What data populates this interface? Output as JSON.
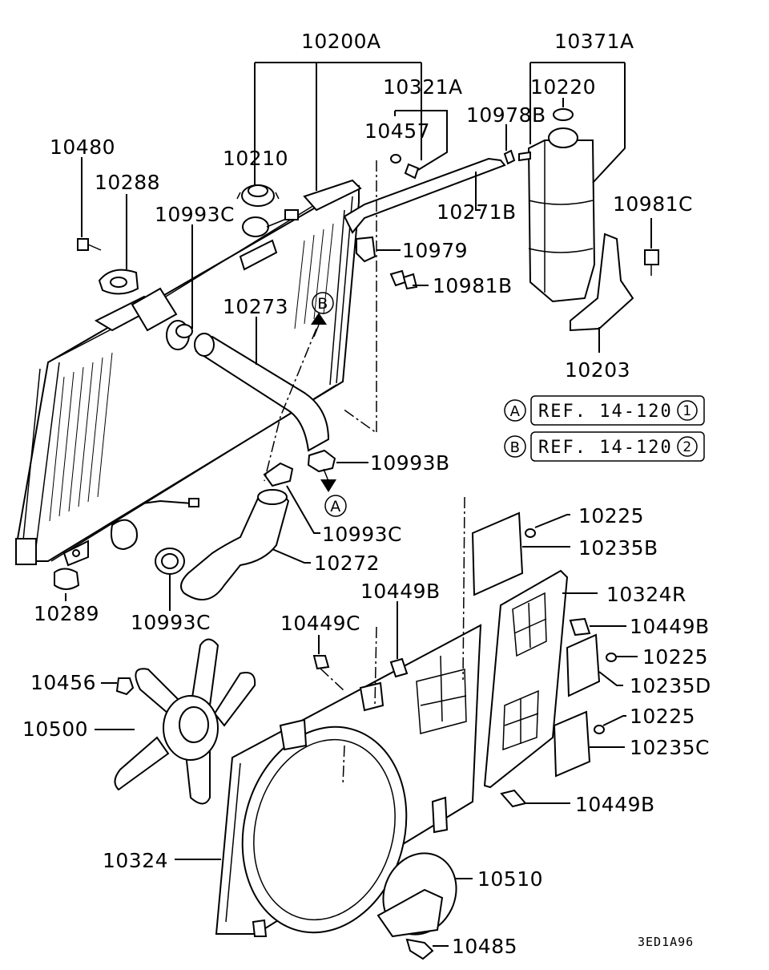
{
  "diagram": {
    "labels": {
      "p10200A": "10200A",
      "p10371A": "10371A",
      "p10321A": "10321A",
      "p10220": "10220",
      "p10457": "10457",
      "p10978B": "10978B",
      "p10480": "10480",
      "p10210": "10210",
      "p10288": "10288",
      "p10993C_top": "10993C",
      "p10271B": "10271B",
      "p10981C": "10981C",
      "p10979": "10979",
      "p10981B": "10981B",
      "p10273": "10273",
      "p10203": "10203",
      "p10993B": "10993B",
      "p10993C_mid": "10993C",
      "p10225_a": "10225",
      "p10235B": "10235B",
      "p10272": "10272",
      "p10289": "10289",
      "p10449B_a": "10449B",
      "p10324R": "10324R",
      "p10993C_bot": "10993C",
      "p10449C": "10449C",
      "p10449B_b": "10449B",
      "p10225_b": "10225",
      "p10456": "10456",
      "p10235D": "10235D",
      "p10500": "10500",
      "p10225_c": "10225",
      "p10235C": "10235C",
      "p10449B_c": "10449B",
      "p10324": "10324",
      "p10510": "10510",
      "p10485": "10485"
    },
    "callouts": {
      "b_arrow": "B",
      "a_arrow": "A"
    },
    "references": [
      {
        "letter": "A",
        "text": "REF. 14-120",
        "num": "1"
      },
      {
        "letter": "B",
        "text": "REF. 14-120",
        "num": "2"
      }
    ],
    "drawing_code": "3ED1A96"
  }
}
